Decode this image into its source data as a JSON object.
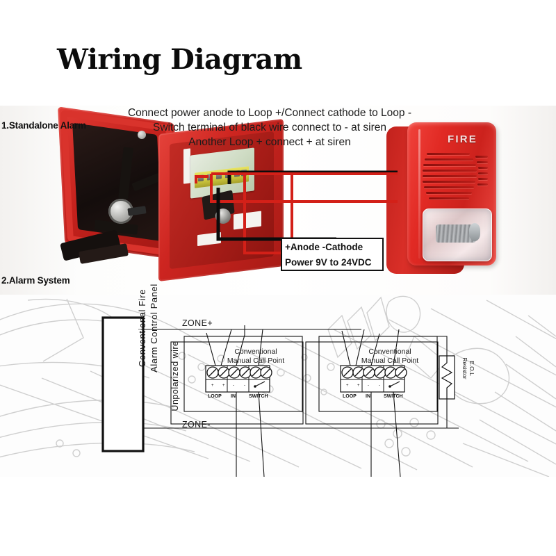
{
  "title": "Wiring Diagram",
  "sections": {
    "standalone_label": "1.Standalone Alarm",
    "system_label": "2.Alarm System"
  },
  "instructions": [
    "Connect power anode to Loop +/Connect cathode to Loop -",
    "Switch terminal of black wire connect to - at siren",
    "Another Loop + connect + at siren"
  ],
  "callout": {
    "line1": "+Anode -Cathode",
    "line2": "Power 9V to 24VDC"
  },
  "siren": {
    "brand_text": "FIRE"
  },
  "lower_diagram": {
    "panel_line1": "Conventional  Fire",
    "panel_line2": "Alarm Control  Panel",
    "zone_positive": "ZONE+",
    "zone_negative": "ZONE-",
    "unpolarized_wire": "Unpolarized  wire",
    "call_point_1": {
      "line1": "Conventional",
      "line2": "Manual Call Point"
    },
    "call_point_2": {
      "line1": "Conventional",
      "line2": "Manual Call Point"
    },
    "terminal_groups": [
      "LOOP",
      "IN",
      "SWITCH"
    ],
    "terminal_polarity": [
      "+",
      "+",
      "-",
      "-"
    ],
    "eol": {
      "line1": "E.O.L",
      "line2": "Resistor"
    }
  },
  "colors": {
    "red_body": "#e12a24",
    "red_dark": "#a81b16",
    "pcb_green": "#cfdcc4",
    "terminal_yellow": "#cfc93f",
    "wire_black": "#0c0c0c",
    "wire_red": "#d32018",
    "page_bg": "#ffffff",
    "photo_bg": "#fbfaf9",
    "line_art": "#c9c9c9"
  }
}
